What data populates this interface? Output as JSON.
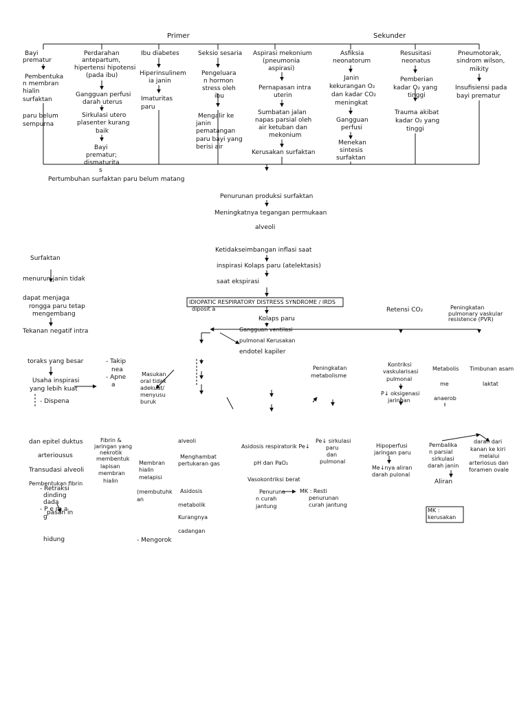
{
  "top": {
    "primer": "Primer",
    "sekunder": "Sekunder"
  },
  "primary_causes": {
    "c1": [
      "Bayi",
      "prematur",
      "Pembentuka",
      "n membran",
      "hialin",
      "surfaktan",
      "paru belum",
      "sempurna"
    ],
    "c2": [
      "Perdarahan",
      "antepartum,",
      "hipertensi hipotensi",
      "(pada ibu)",
      "Gangguan perfusi",
      "darah uterus",
      "Sirkulasi utero",
      "plasenter kurang",
      "baik",
      "Bayi",
      "prematur;",
      "dismaturita",
      "s"
    ],
    "c3": [
      "Ibu diabetes",
      "Hiperinsulinem",
      "ia janin",
      "Imaturitas",
      "paru"
    ],
    "c4": [
      "Seksio sesaria",
      "Pengeluara",
      "n hormon",
      "stress oleh",
      "ibu",
      "Mengalir      ke",
      "janin",
      "pematangan",
      "paru bayi yang",
      "berisi air"
    ]
  },
  "secondary_causes": {
    "s1": [
      "Aspirasi mekonium",
      "(pneumonia",
      "aspirasi)",
      "Pernapasan intra",
      "uterin",
      "Sumbatan jalan",
      "napas parsial oleh",
      "air ketuban dan",
      "mekonium",
      "Kerusakan surfaktan"
    ],
    "s2": [
      "Asfiksia",
      "neonatorum",
      "Janin",
      "kekurangan O₂",
      "dan kadar CO₂",
      "meningkat",
      "Gangguan",
      "perfusi",
      "Menekan",
      "sintesis",
      "surfaktan"
    ],
    "s3": [
      "Resusitasi",
      "neonatus",
      "Pemberian",
      "kadar O₂ yang",
      "tinggi",
      "Trauma akibat",
      "kadar O₂ yang",
      "tinggi"
    ],
    "s4": [
      "Pneumotorak,",
      "sindrom wilson,",
      "mikity",
      "Insufisiensi pada",
      "bayi prematur"
    ]
  },
  "central": {
    "pertumbuhan": "Pertumbuhan surfaktan paru belum matang",
    "penurunan": "Penurunan produksi surfaktan",
    "meningkatnya": "Meningkatnya tegangan permukaan",
    "alveoli": "alveoli",
    "ketidak": "Ketidakseimbangan inflasi saat",
    "inspirasi": "inspirasi Kolaps paru (atelektasis)",
    "saat": "saat ekspirasi",
    "irds": "IDIOPATIC RESPIRATORY DISTRESS SYNDROME / IRDS",
    "kolaps": "Kolaps paru",
    "gangguan1": "Gangguan ventilasi",
    "pulmonal": "pulmonal Kerusakan",
    "endotel": "endotel kapiler",
    "diposi": "diposit a"
  },
  "left_side": {
    "surfaktan": "Surfaktan",
    "menurun": "menurun janin tidak",
    "dapat": "dapat menjaga",
    "rongga": "rongga paru tetap",
    "mengembang": "mengembang",
    "tekanan": "Tekanan negatif intra",
    "toraks": "toraks yang besar",
    "usaha1": "Usaha inspirasi",
    "usaha2": "yang lebih kuat",
    "dispena": "- Dispena",
    "takip": [
      "- Takip",
      "nea",
      "- Apne",
      "a"
    ],
    "masukan": [
      "Masukan",
      "oral  tidak",
      "adekuat/",
      "menyusu",
      "buruk"
    ]
  },
  "right_side": {
    "retensi": "Retensi CO₂",
    "peningkatan_pvr": [
      "Peningkatan",
      "pulmonary vaskular",
      "resistence (PVR)"
    ],
    "peningkatan_met": [
      "Peningkatan",
      "metabolisme"
    ],
    "kontriksi": [
      "Kontriksi",
      "vaskularisasi",
      "pulmonal"
    ],
    "metabolis": [
      "Metabolis",
      "me",
      "anaerob"
    ],
    "timbunan": [
      "Timbunan asam",
      "laktat"
    ],
    "p_oksigenasi": [
      "P↓ oksigenasi",
      "jaringan"
    ]
  },
  "bottom": {
    "epitel": "dan epitel duktus",
    "arteriousus": "arteriousus",
    "transudasi": "Transudasi alveoli",
    "pembentukan": "Pembentukan fibrin",
    "fibrin": [
      "Fibrin &",
      "jaringan yang",
      "nekrotik",
      "membentuk",
      "lapisan",
      "membran",
      "hialin"
    ],
    "alveoli2": "alveoli",
    "menghambat": [
      "Menghambat",
      "pertukaran gas"
    ],
    "membran": [
      "Membran",
      "hialin",
      "melapisi"
    ],
    "membutuhkan": [
      "(membutuhk",
      "an"
    ],
    "asidosis_met": [
      "Asidosis",
      "metabolik",
      "Kurangnya",
      "cadangan"
    ],
    "asidosis_resp": "Asidosis respiratorik Pe↓",
    "ph": "pH dan PaO₂",
    "vasokontriksi": "Vasokontriksi berat",
    "pe_sirkulasi": [
      "Pe↓ sirkulasi",
      "paru",
      "dan",
      "pulmonal"
    ],
    "penurunan_curah": [
      "Penuruna",
      "n curah",
      "jantung"
    ],
    "mk_resti": [
      "MK : Resti",
      "penurunan",
      "curah jantung"
    ],
    "hipoperfusi": [
      "Hipoperfusi",
      "jaringan paru"
    ],
    "me_aliran": [
      "Me↓nya aliran",
      "darah pulonal"
    ],
    "pembalikan": [
      "Pembalika",
      "n parsial",
      "sirkulasi",
      "darah janin"
    ],
    "aliran": "Aliran",
    "darah_dari": [
      "darah dari",
      "kanan ke kiri",
      "melalui",
      "arteriosus dan",
      "foramen ovale"
    ],
    "mk_kerusakan": [
      "MK :",
      "kerusakan"
    ],
    "retraksi": [
      "- Retraksi",
      "dinding",
      "dada"
    ],
    "pernapasan": [
      "- P    e  rn    a",
      "pasan  in",
      "g"
    ],
    "hidung": "hidung",
    "mengorok": "- Mengorok"
  }
}
